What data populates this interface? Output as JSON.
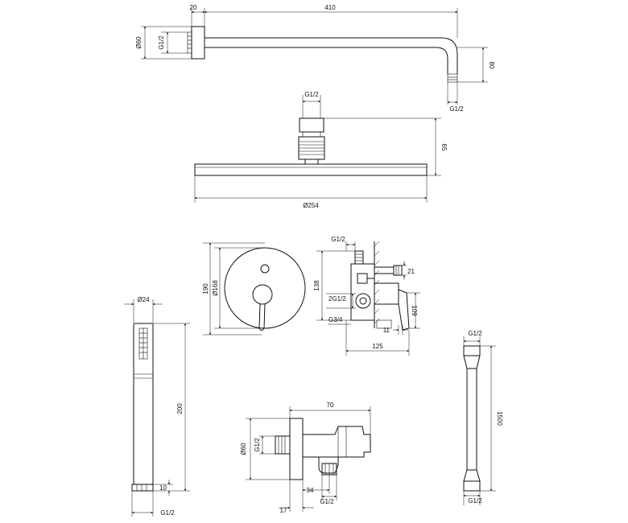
{
  "shower_arm": {
    "flange_width": "20",
    "arm_length": "410",
    "flange_diameter": "Ø60",
    "inlet_thread": "G1/2",
    "drop_height": "80",
    "outlet_thread": "G1/2"
  },
  "rain_head": {
    "inlet_thread": "G1/2",
    "height": "65",
    "diameter": "Ø254"
  },
  "mixer_front": {
    "height": "190",
    "plate_diameter": "Ø168"
  },
  "mixer_side": {
    "outlet_thread": "G1/2",
    "depth": "138",
    "offset": "21",
    "outlets": "2G1/2",
    "lever_length": "109",
    "inlet_thread": "G3/4",
    "lever_offset": "11",
    "width": "125"
  },
  "hand_shower": {
    "diameter": "Ø24",
    "length": "200",
    "thread_length": "10",
    "thread": "G1/2"
  },
  "wall_elbow": {
    "length": "70",
    "flange_diameter": "Ø60",
    "inlet_thread": "G1/2",
    "outlet_offset": "34",
    "flange_depth": "17",
    "outlet_thread": "G1/2"
  },
  "hose": {
    "top_thread": "G1/2",
    "length": "1500",
    "bottom_thread": "G1/2"
  }
}
